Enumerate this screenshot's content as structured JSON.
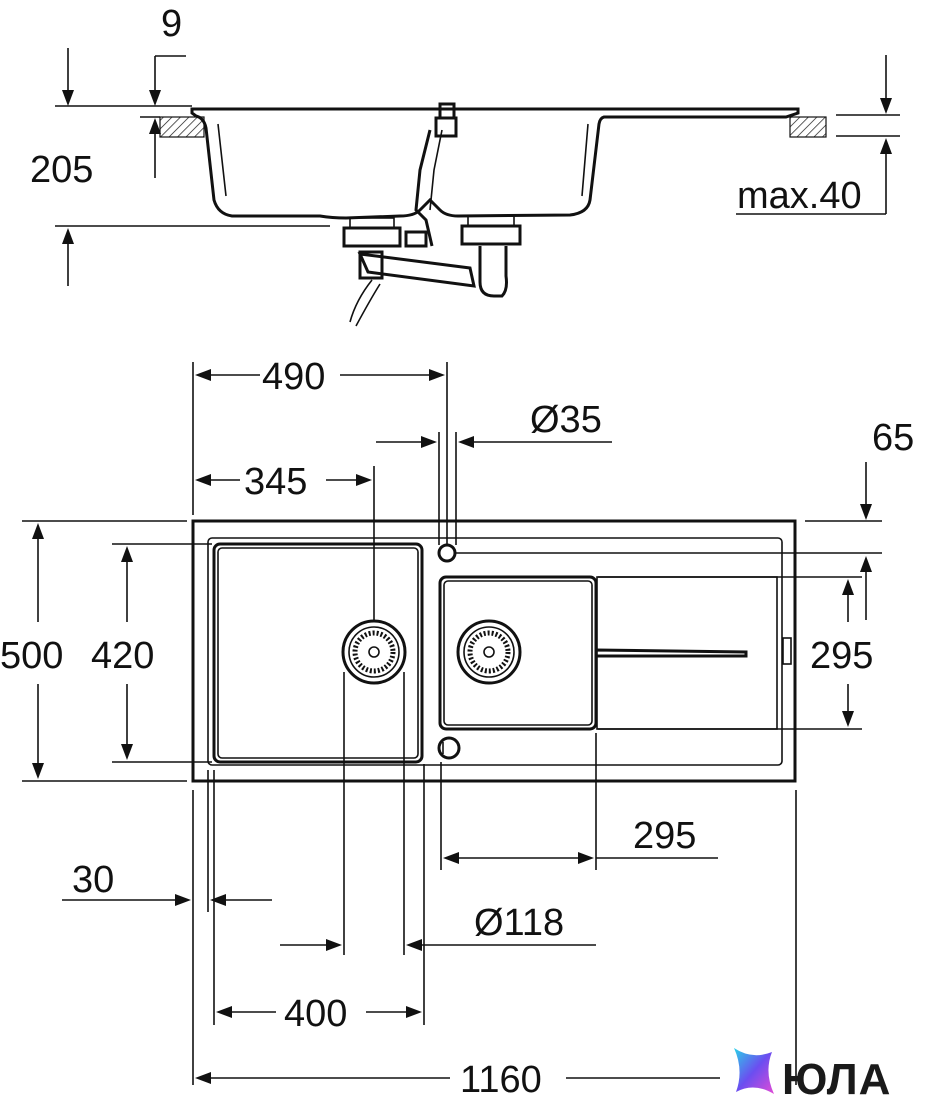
{
  "labels": {
    "rim_thickness": "9",
    "depth": "205",
    "max_worktop": "max.40",
    "left_bowl_width": "490",
    "tap_hole": "Ø35",
    "left_drain_offset": "345",
    "edge_offset": "65",
    "total_depth": "500",
    "bowl_depth": "420",
    "small_bowl_depth": "295",
    "small_bowl_width": "295",
    "rim_width": "30",
    "drain_diameter": "Ø118",
    "left_bowl_inner": "400",
    "total_width": "1160"
  },
  "brand": {
    "name": "ЮЛА",
    "colors": [
      "#2ad1e8",
      "#6b4ef0",
      "#e24bd7"
    ]
  }
}
